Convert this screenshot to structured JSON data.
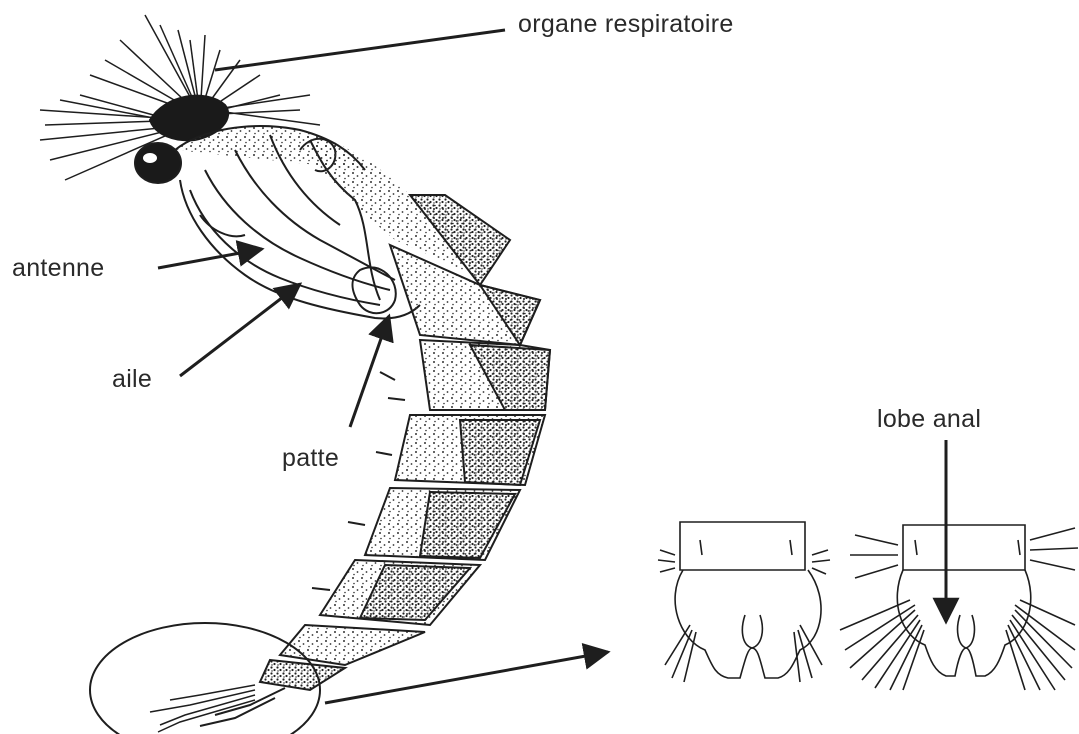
{
  "labels": {
    "respiratory_organ": "organe respiratoire",
    "antenna": "antenne",
    "wing": "aile",
    "leg": "patte",
    "anal_lobe": "lobe anal"
  },
  "colors": {
    "ink": "#1e1e1e",
    "paper": "#ffffff"
  }
}
